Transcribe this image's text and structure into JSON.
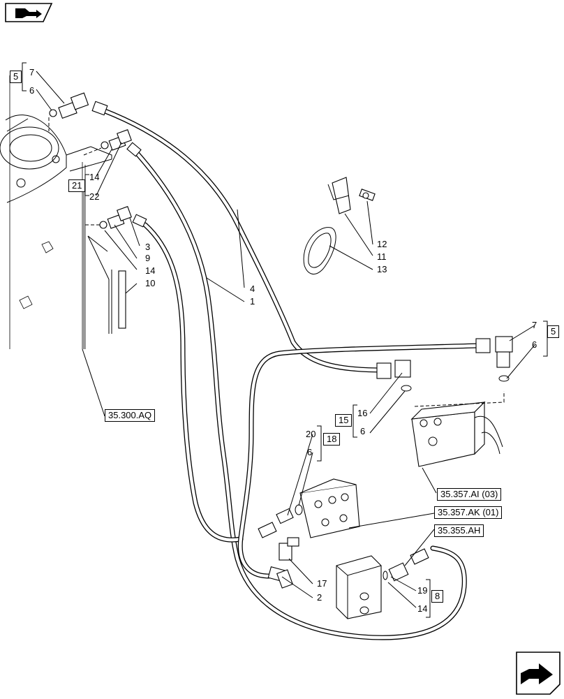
{
  "nav": {
    "top_icon": "previous-page-arrow-icon",
    "bottom_icon": "next-page-arrow-icon"
  },
  "callouts": {
    "c7a": "7",
    "c6a": "6",
    "c5a": "5",
    "c14a": "14",
    "c22": "22",
    "c21": "21",
    "c3": "3",
    "c9": "9",
    "c14b": "14",
    "c10": "10",
    "c4": "4",
    "c1": "1",
    "c12": "12",
    "c11": "11",
    "c13": "13",
    "c7b": "7",
    "c6b": "6",
    "c5b": "5",
    "c16": "16",
    "c6c": "6",
    "c15": "15",
    "c20": "20",
    "c6d": "6",
    "c18": "18",
    "c17": "17",
    "c2": "2",
    "c19": "19",
    "c14c": "14",
    "c8": "8"
  },
  "references": {
    "r1": "35.300.AQ",
    "r2": "35.357.AI (03)",
    "r3": "35.357.AK (01)",
    "r4": "35.355.AH"
  }
}
